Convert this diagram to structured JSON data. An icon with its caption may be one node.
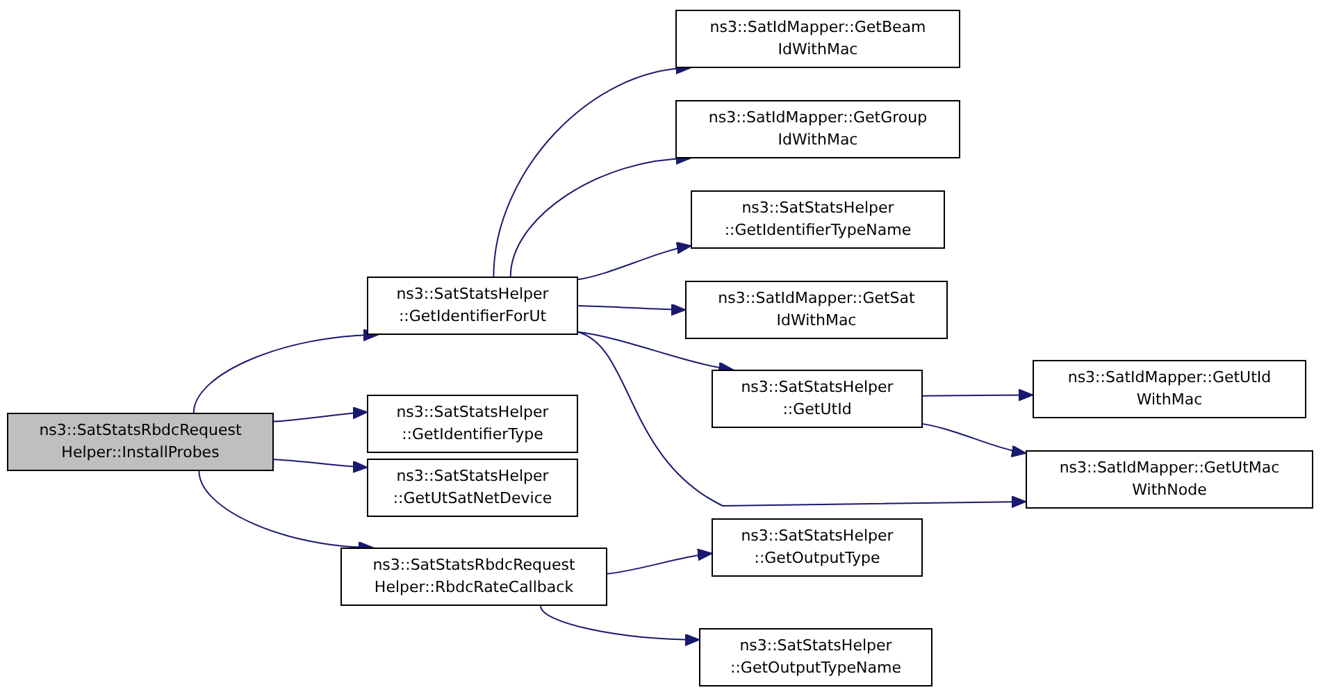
{
  "diagram": {
    "nodes": [
      {
        "text": [
          "ns3::SatStatsRbdcRequest Helper::InstallProbes"
        ]
      },
      {
        "text": [
          "ns3::SatStatsHelper ::GetIdentifierForUt"
        ]
      },
      {
        "text": [
          "ns3::SatStatsHelper ::GetIdentifierType"
        ]
      },
      {
        "text": [
          "ns3::SatStatsHelper ::GetUtSatNetDevice"
        ]
      },
      {
        "text": [
          "ns3::SatStatsRbdcRequest Helper::RbdcRateCallback"
        ]
      },
      {
        "text": [
          "ns3::SatIdMapper::GetBeam IdWithMac"
        ]
      },
      {
        "text": [
          "ns3::SatIdMapper::GetGroup IdWithMac"
        ]
      },
      {
        "text": [
          "ns3::SatStatsHelper ::GetIdentifierTypeName"
        ]
      },
      {
        "text": [
          "ns3::SatIdMapper::GetSat IdWithMac"
        ]
      },
      {
        "text": [
          "ns3::SatStatsHelper ::GetUtId"
        ]
      },
      {
        "text": [
          "ns3::SatIdMapper::GetUtId WithMac"
        ]
      },
      {
        "text": [
          "ns3::SatIdMapper::GetUtMac WithNode"
        ]
      },
      {
        "text": [
          "ns3::SatStatsHelper ::GetOutputType"
        ]
      },
      {
        "text": [
          "ns3::SatStatsHelper ::GetOutputTypeName"
        ]
      }
    ],
    "edges": [
      {
        "from": 0,
        "to": 1,
        "arrow": "to"
      },
      {
        "from": 0,
        "to": 2,
        "arrow": "to"
      },
      {
        "from": 0,
        "to": 3,
        "arrow": "to"
      },
      {
        "from": 0,
        "to": 4,
        "arrow": "to"
      },
      {
        "from": 1,
        "to": 5,
        "arrow": "to"
      },
      {
        "from": 1,
        "to": 6,
        "arrow": "to"
      },
      {
        "from": 1,
        "to": 7,
        "arrow": "to"
      },
      {
        "from": 1,
        "to": 8,
        "arrow": "to"
      },
      {
        "from": 1,
        "to": 9,
        "arrow": "to"
      },
      {
        "from": 1,
        "to": 11,
        "arrow": "to"
      },
      {
        "from": 9,
        "to": 10,
        "arrow": "to"
      },
      {
        "from": 9,
        "to": 11,
        "arrow": "to"
      },
      {
        "from": 4,
        "to": 12,
        "arrow": "to"
      },
      {
        "from": 4,
        "to": 13,
        "arrow": "to"
      }
    ]
  }
}
